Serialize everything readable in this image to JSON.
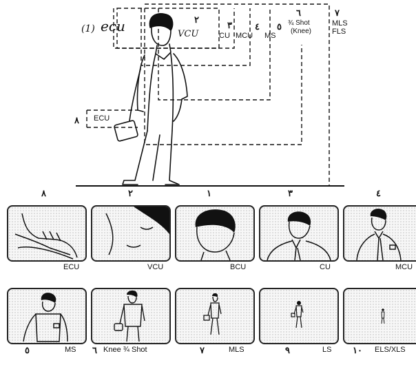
{
  "diagram": {
    "top_labels": {
      "ecu_handwritten_num": "(1)",
      "ecu_handwritten": "ecu",
      "vcu_num": "۲",
      "vcu": "VCU",
      "cu_num": "۳",
      "cu": "CU",
      "mcu_num": "٤",
      "mcu": "MCU",
      "ms_num": "٥",
      "ms": "MS",
      "knee_num": "٦",
      "knee_line1": "¾ Shot",
      "knee_line2": "(Knee)",
      "mls_num": "۷",
      "mls_line1": "MLS",
      "mls_line2": "FLS",
      "side_num": "۸",
      "side_ecu": "ECU"
    },
    "row_numbers": [
      "۸",
      "۲",
      "۱",
      "۳",
      "٤"
    ],
    "panels_row1": [
      {
        "caption": "ECU",
        "icon": "hand-holding-bag"
      },
      {
        "caption": "VCU",
        "icon": "face-extreme-close"
      },
      {
        "caption": "BCU",
        "icon": "head-close"
      },
      {
        "caption": "CU",
        "icon": "head-shoulders"
      },
      {
        "caption": "MCU",
        "icon": "upper-chest"
      }
    ],
    "panels_row2": [
      {
        "num": "٥",
        "caption": "MS",
        "icon": "waist-up"
      },
      {
        "num": "٦",
        "caption": "Knee ¾ Shot",
        "icon": "knee-up"
      },
      {
        "num": "۷",
        "caption": "MLS",
        "icon": "full-figure"
      },
      {
        "num": "۹",
        "caption": "LS",
        "icon": "small-figure"
      },
      {
        "num": "۱۰",
        "caption": "ELS/XLS",
        "icon": "tiny-figure"
      }
    ]
  }
}
